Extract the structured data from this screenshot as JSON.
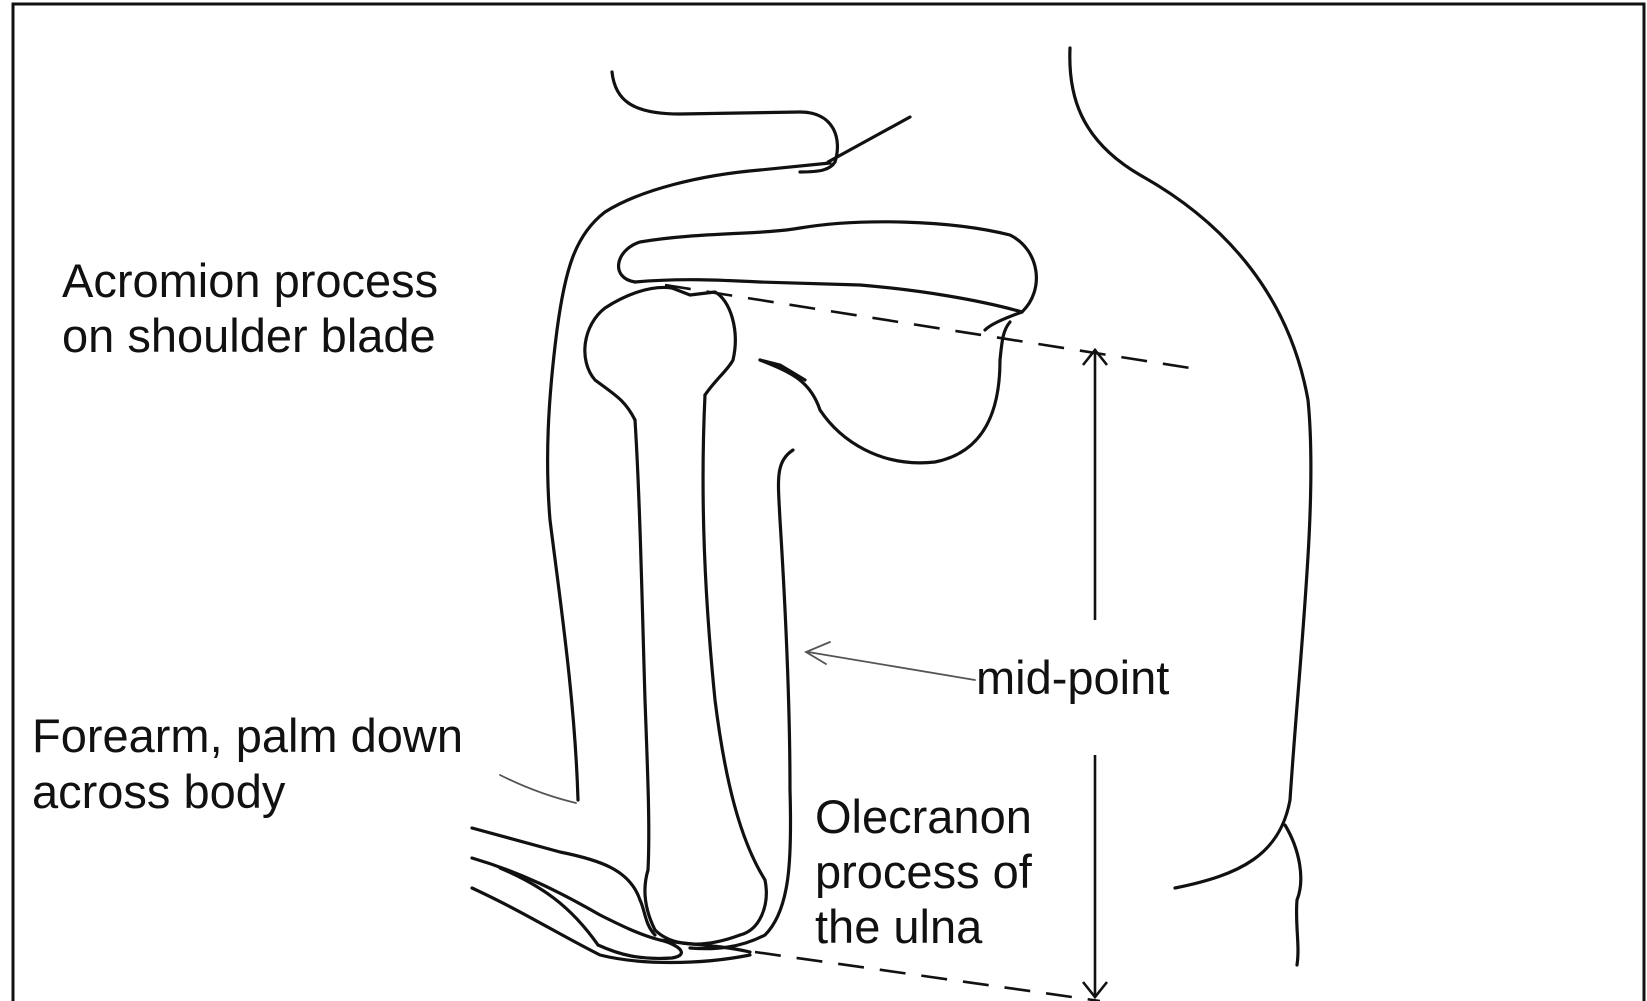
{
  "labels": {
    "acromion_line1": "Acromion process",
    "acromion_line2": "on shoulder blade",
    "midpoint": "mid-point",
    "forearm_line1": "Forearm, palm down",
    "forearm_line2": "across body",
    "olecranon_line1": "Olecranon",
    "olecranon_line2": "process of",
    "olecranon_line3": "the ulna"
  }
}
